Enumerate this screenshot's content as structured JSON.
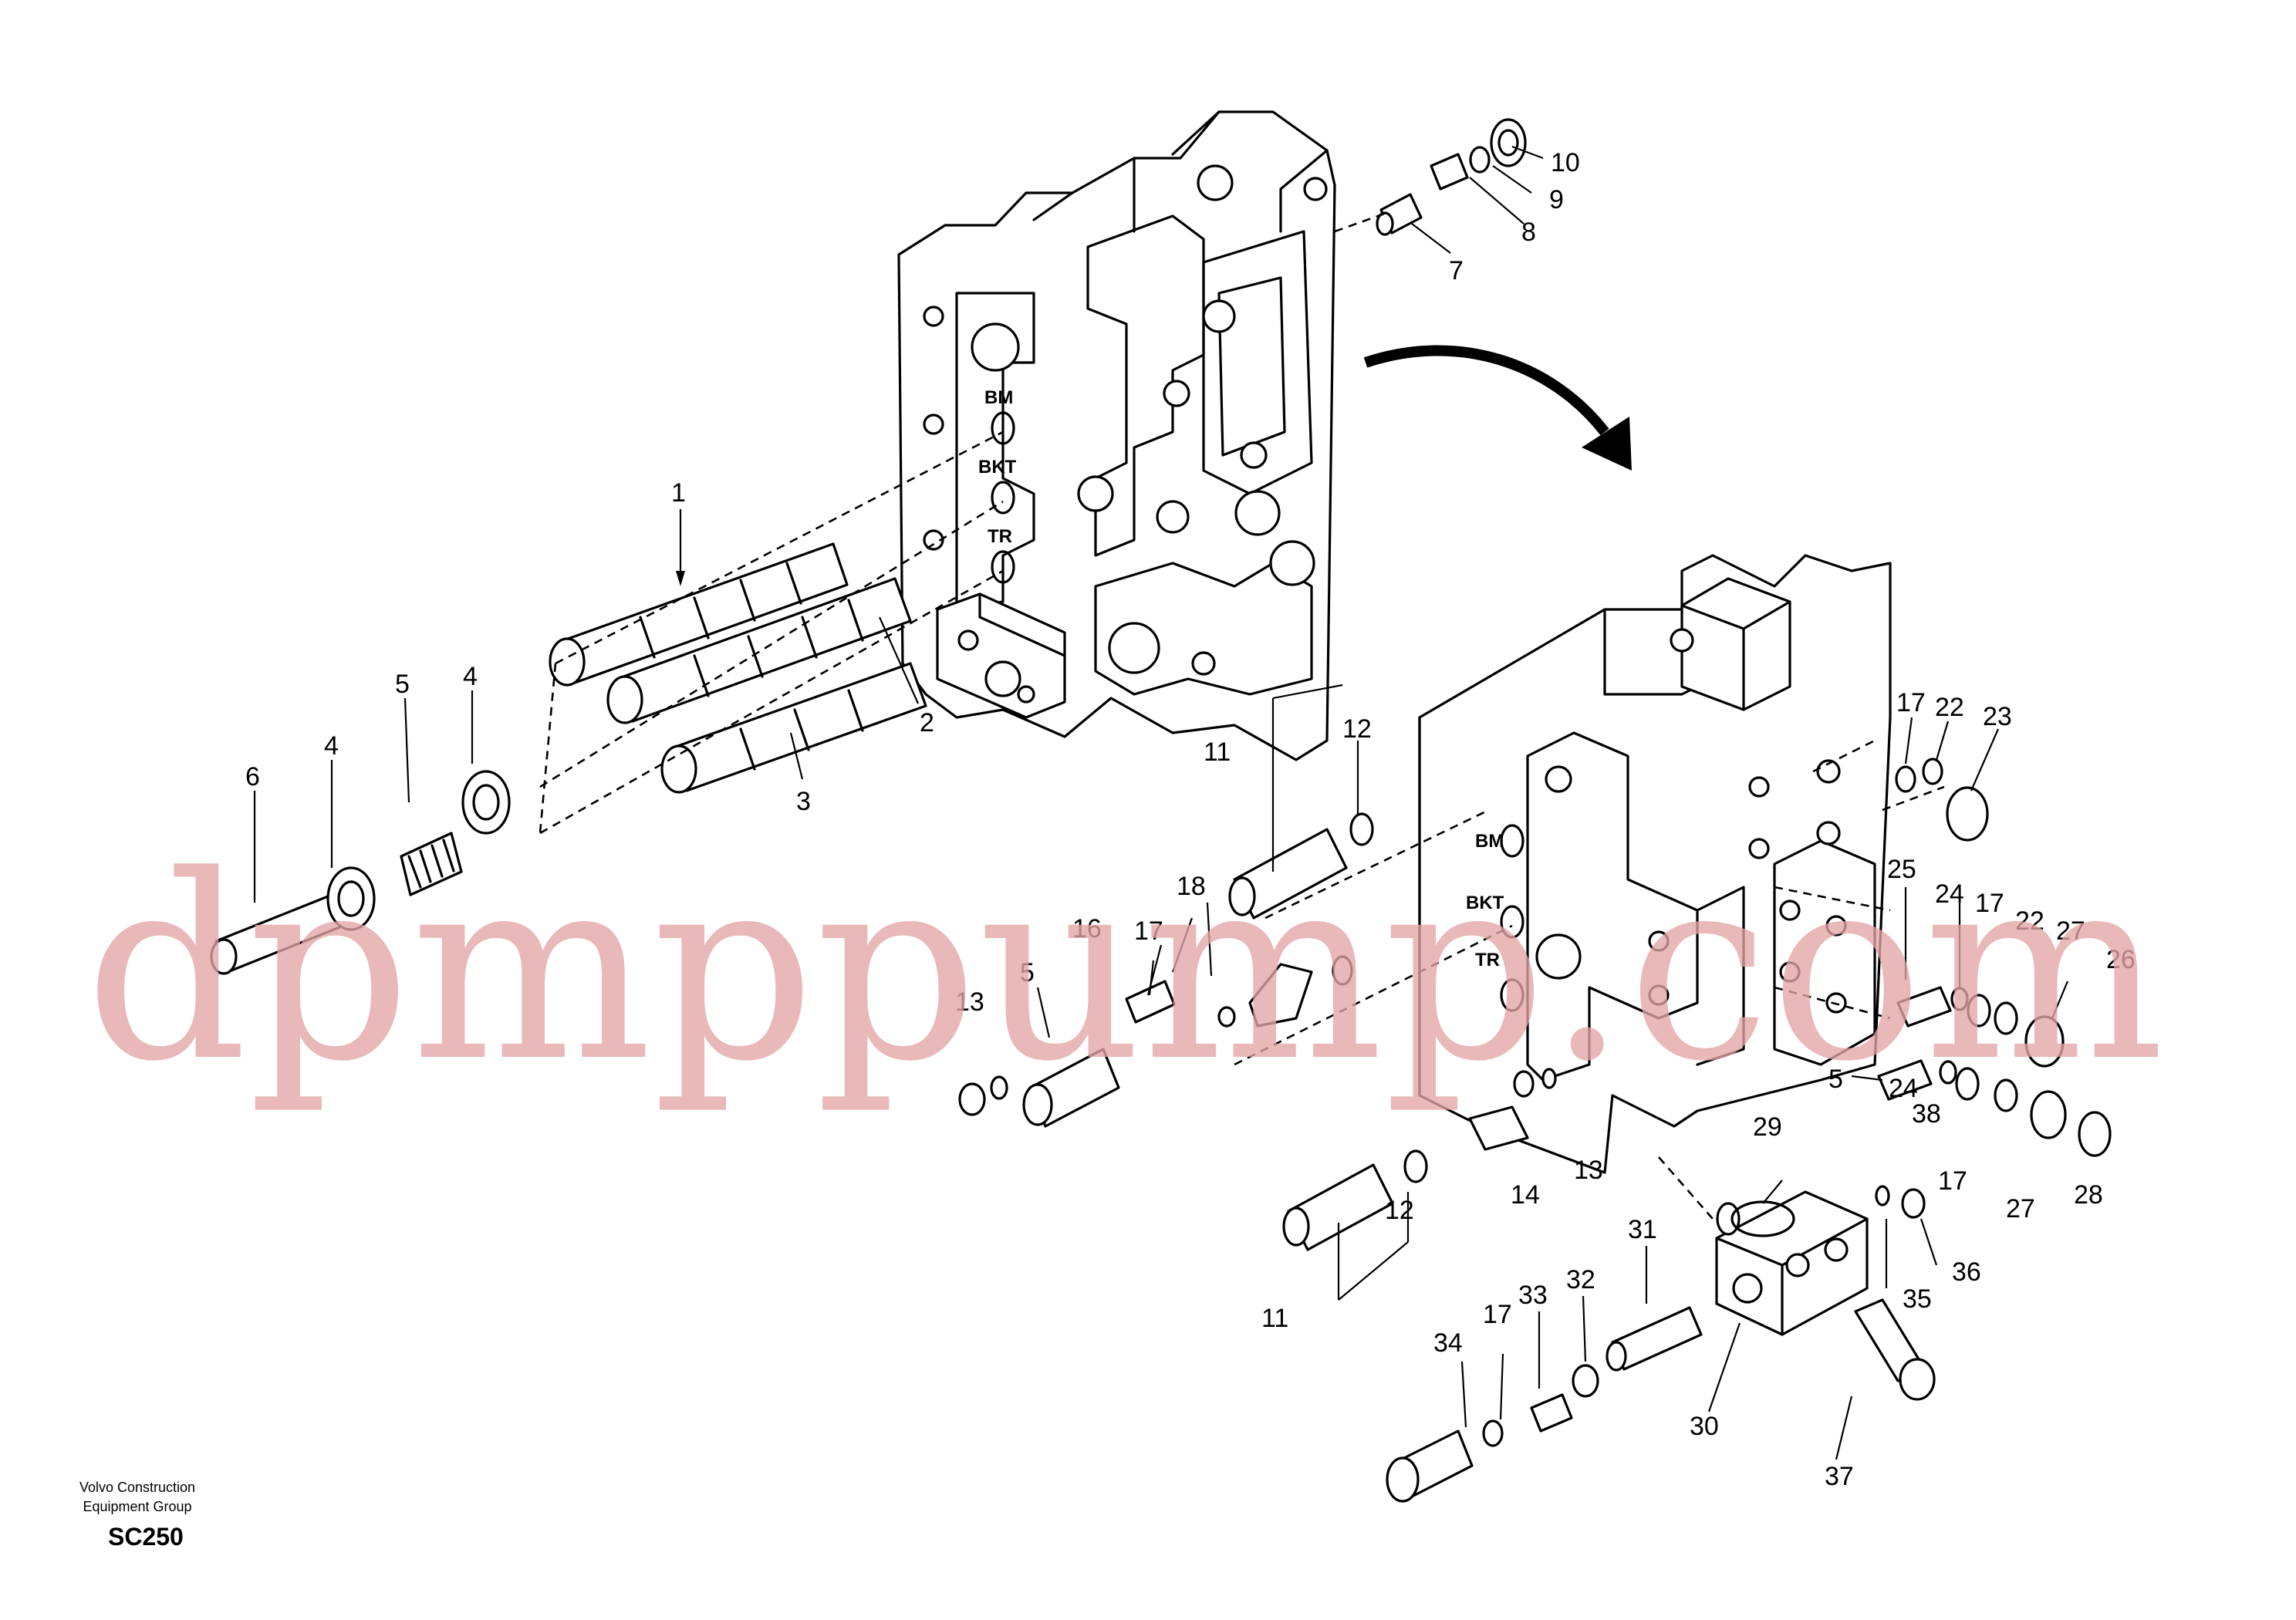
{
  "brand": {
    "line1": "Volvo Construction",
    "line2": "Equipment Group",
    "model": "SC250"
  },
  "watermark": "dpmppump.com",
  "port_labels": {
    "upper": [
      "BM",
      "BKT",
      "TR"
    ],
    "lower": [
      "BM",
      "BKT",
      "TR"
    ]
  },
  "callouts": {
    "c1": "1",
    "c2": "2",
    "c3": "3",
    "c4a": "4",
    "c4b": "4",
    "c5a": "5",
    "c5b": "5",
    "c5c": "5",
    "c6": "6",
    "c7": "7",
    "c8": "8",
    "c9": "9",
    "c10": "10",
    "c11a": "11",
    "c11b": "11",
    "c12a": "12",
    "c12b": "12",
    "c13a": "13",
    "c13b": "13",
    "c14": "14",
    "c16": "16",
    "c17a": "17",
    "c17b": "17",
    "c17c": "17",
    "c17d": "17",
    "c17e": "17",
    "c18": "18",
    "c22a": "22",
    "c22b": "22",
    "c23": "23",
    "c24a": "24",
    "c24b": "24",
    "c25": "25",
    "c26": "26",
    "c27a": "27",
    "c27b": "27",
    "c28": "28",
    "c29": "29",
    "c30": "30",
    "c31": "31",
    "c32": "32",
    "c33": "33",
    "c34": "34",
    "c35": "35",
    "c36": "36",
    "c37": "37",
    "c38": "38"
  }
}
